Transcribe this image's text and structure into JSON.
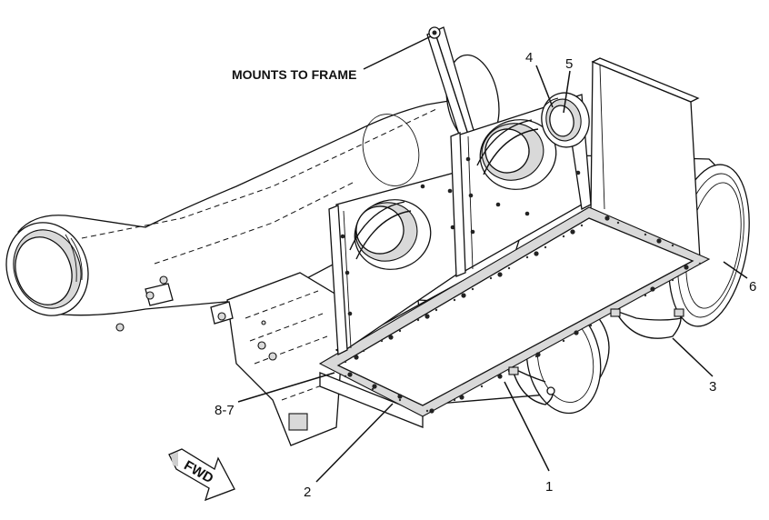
{
  "callouts": {
    "mounts_to_frame": "MOUNTS TO FRAME",
    "item_1": "1",
    "item_2": "2",
    "item_3": "3",
    "item_4": "4",
    "item_5": "5",
    "item_6": "6",
    "item_8_7": "8-7"
  },
  "direction_arrow": {
    "label": "FWD"
  }
}
